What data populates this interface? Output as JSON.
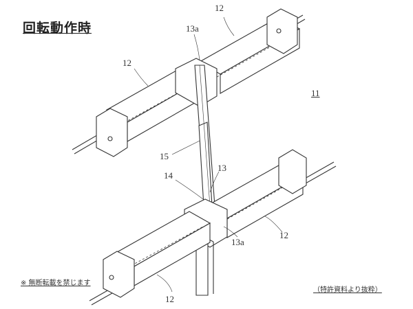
{
  "title": "回転動作時",
  "notes": {
    "copyright": "※ 無断転載を禁じます",
    "source": "（特許資料より抜粋）"
  },
  "labels": {
    "upper_right_trough": "12",
    "upper_pivot": "13a",
    "upper_left_trough": "12",
    "assembly": "11",
    "link_15": "15",
    "link_13": "13",
    "link_14": "14",
    "lower_pivot": "13a",
    "lower_right_trough": "12",
    "lower_left_trough": "12"
  }
}
